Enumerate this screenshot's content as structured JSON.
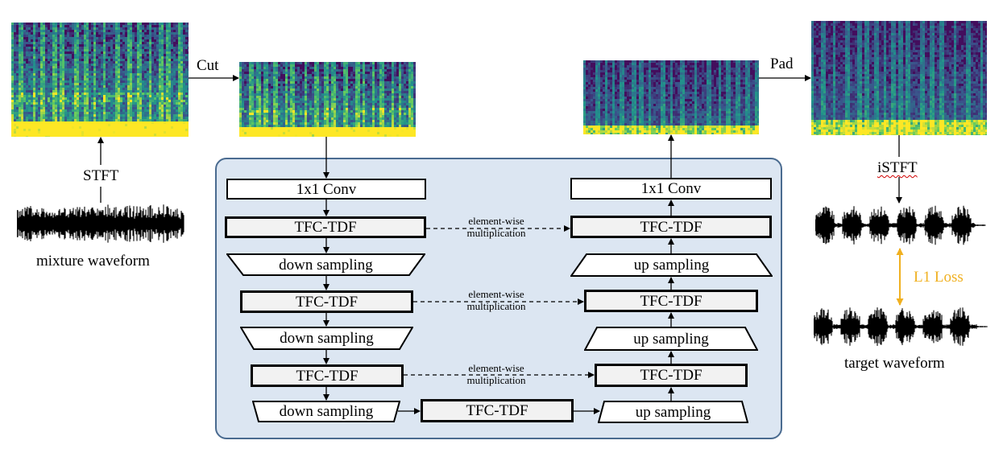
{
  "labels": {
    "cut": "Cut",
    "pad": "Pad",
    "stft": "STFT",
    "istft": "iSTFT",
    "mixture_waveform": "mixture waveform",
    "target_waveform": "target waveform",
    "l1_loss": "L1 Loss"
  },
  "encoder": {
    "conv": "1x1 Conv",
    "tfc1": "TFC-TDF",
    "down1": "down sampling",
    "tfc2": "TFC-TDF",
    "down2": "down sampling",
    "tfc3": "TFC-TDF",
    "down3": "down sampling"
  },
  "bottleneck": {
    "tfc": "TFC-TDF"
  },
  "decoder": {
    "conv": "1x1 Conv",
    "tfc1": "TFC-TDF",
    "up1": "up sampling",
    "tfc2": "TFC-TDF",
    "up2": "up sampling",
    "tfc3": "TFC-TDF",
    "up3": "up sampling"
  },
  "skip": {
    "line1": "element-wise",
    "line2": "multiplication"
  },
  "colors": {
    "panel_fill": "#dce6f2",
    "panel_border": "#4a6b90",
    "block_fill": "#f2f2f2",
    "loss_arrow": "#f0b020",
    "spectrogram_bg": "#3b0f5a",
    "spectrogram_mid": "#2a788e",
    "spectrogram_high": "#fde725"
  }
}
